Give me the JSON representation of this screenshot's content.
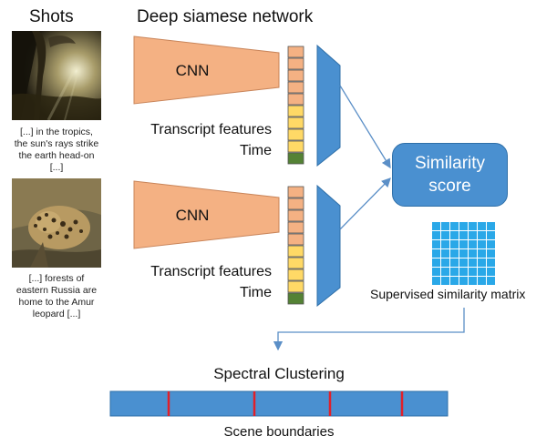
{
  "headings": {
    "shots": "Shots",
    "network": "Deep siamese network"
  },
  "shots": [
    {
      "caption_lines": [
        "[...] in the tropics,",
        "the sun's rays strike",
        "the earth head-on",
        "[...]"
      ],
      "image": "forest-sunrays-photo"
    },
    {
      "caption_lines": [
        "[...] forests of",
        "eastern Russia are",
        "home to the Amur",
        "leopard [...]"
      ],
      "image": "leopard-photo"
    }
  ],
  "branches": [
    {
      "cnn_label": "CNN",
      "transcript_label": "Transcript features",
      "time_label": "Time"
    },
    {
      "cnn_label": "CNN",
      "transcript_label": "Transcript features",
      "time_label": "Time"
    }
  ],
  "similarity": {
    "line1": "Similarity",
    "line2": "score"
  },
  "matrix_label": "Supervised similarity matrix",
  "clustering_label": "Spectral Clustering",
  "boundaries_label": "Scene boundaries",
  "colors": {
    "cnn_fill": "#f4b183",
    "cnn_stroke": "#c9855a",
    "cnn_feature": "#f4b183",
    "transcript_feature": "#ffd966",
    "time_feature": "#548235",
    "network_blue": "#4a90d0",
    "boundary_red": "#e0202a",
    "matrix_cell": "#2aa8e8"
  }
}
